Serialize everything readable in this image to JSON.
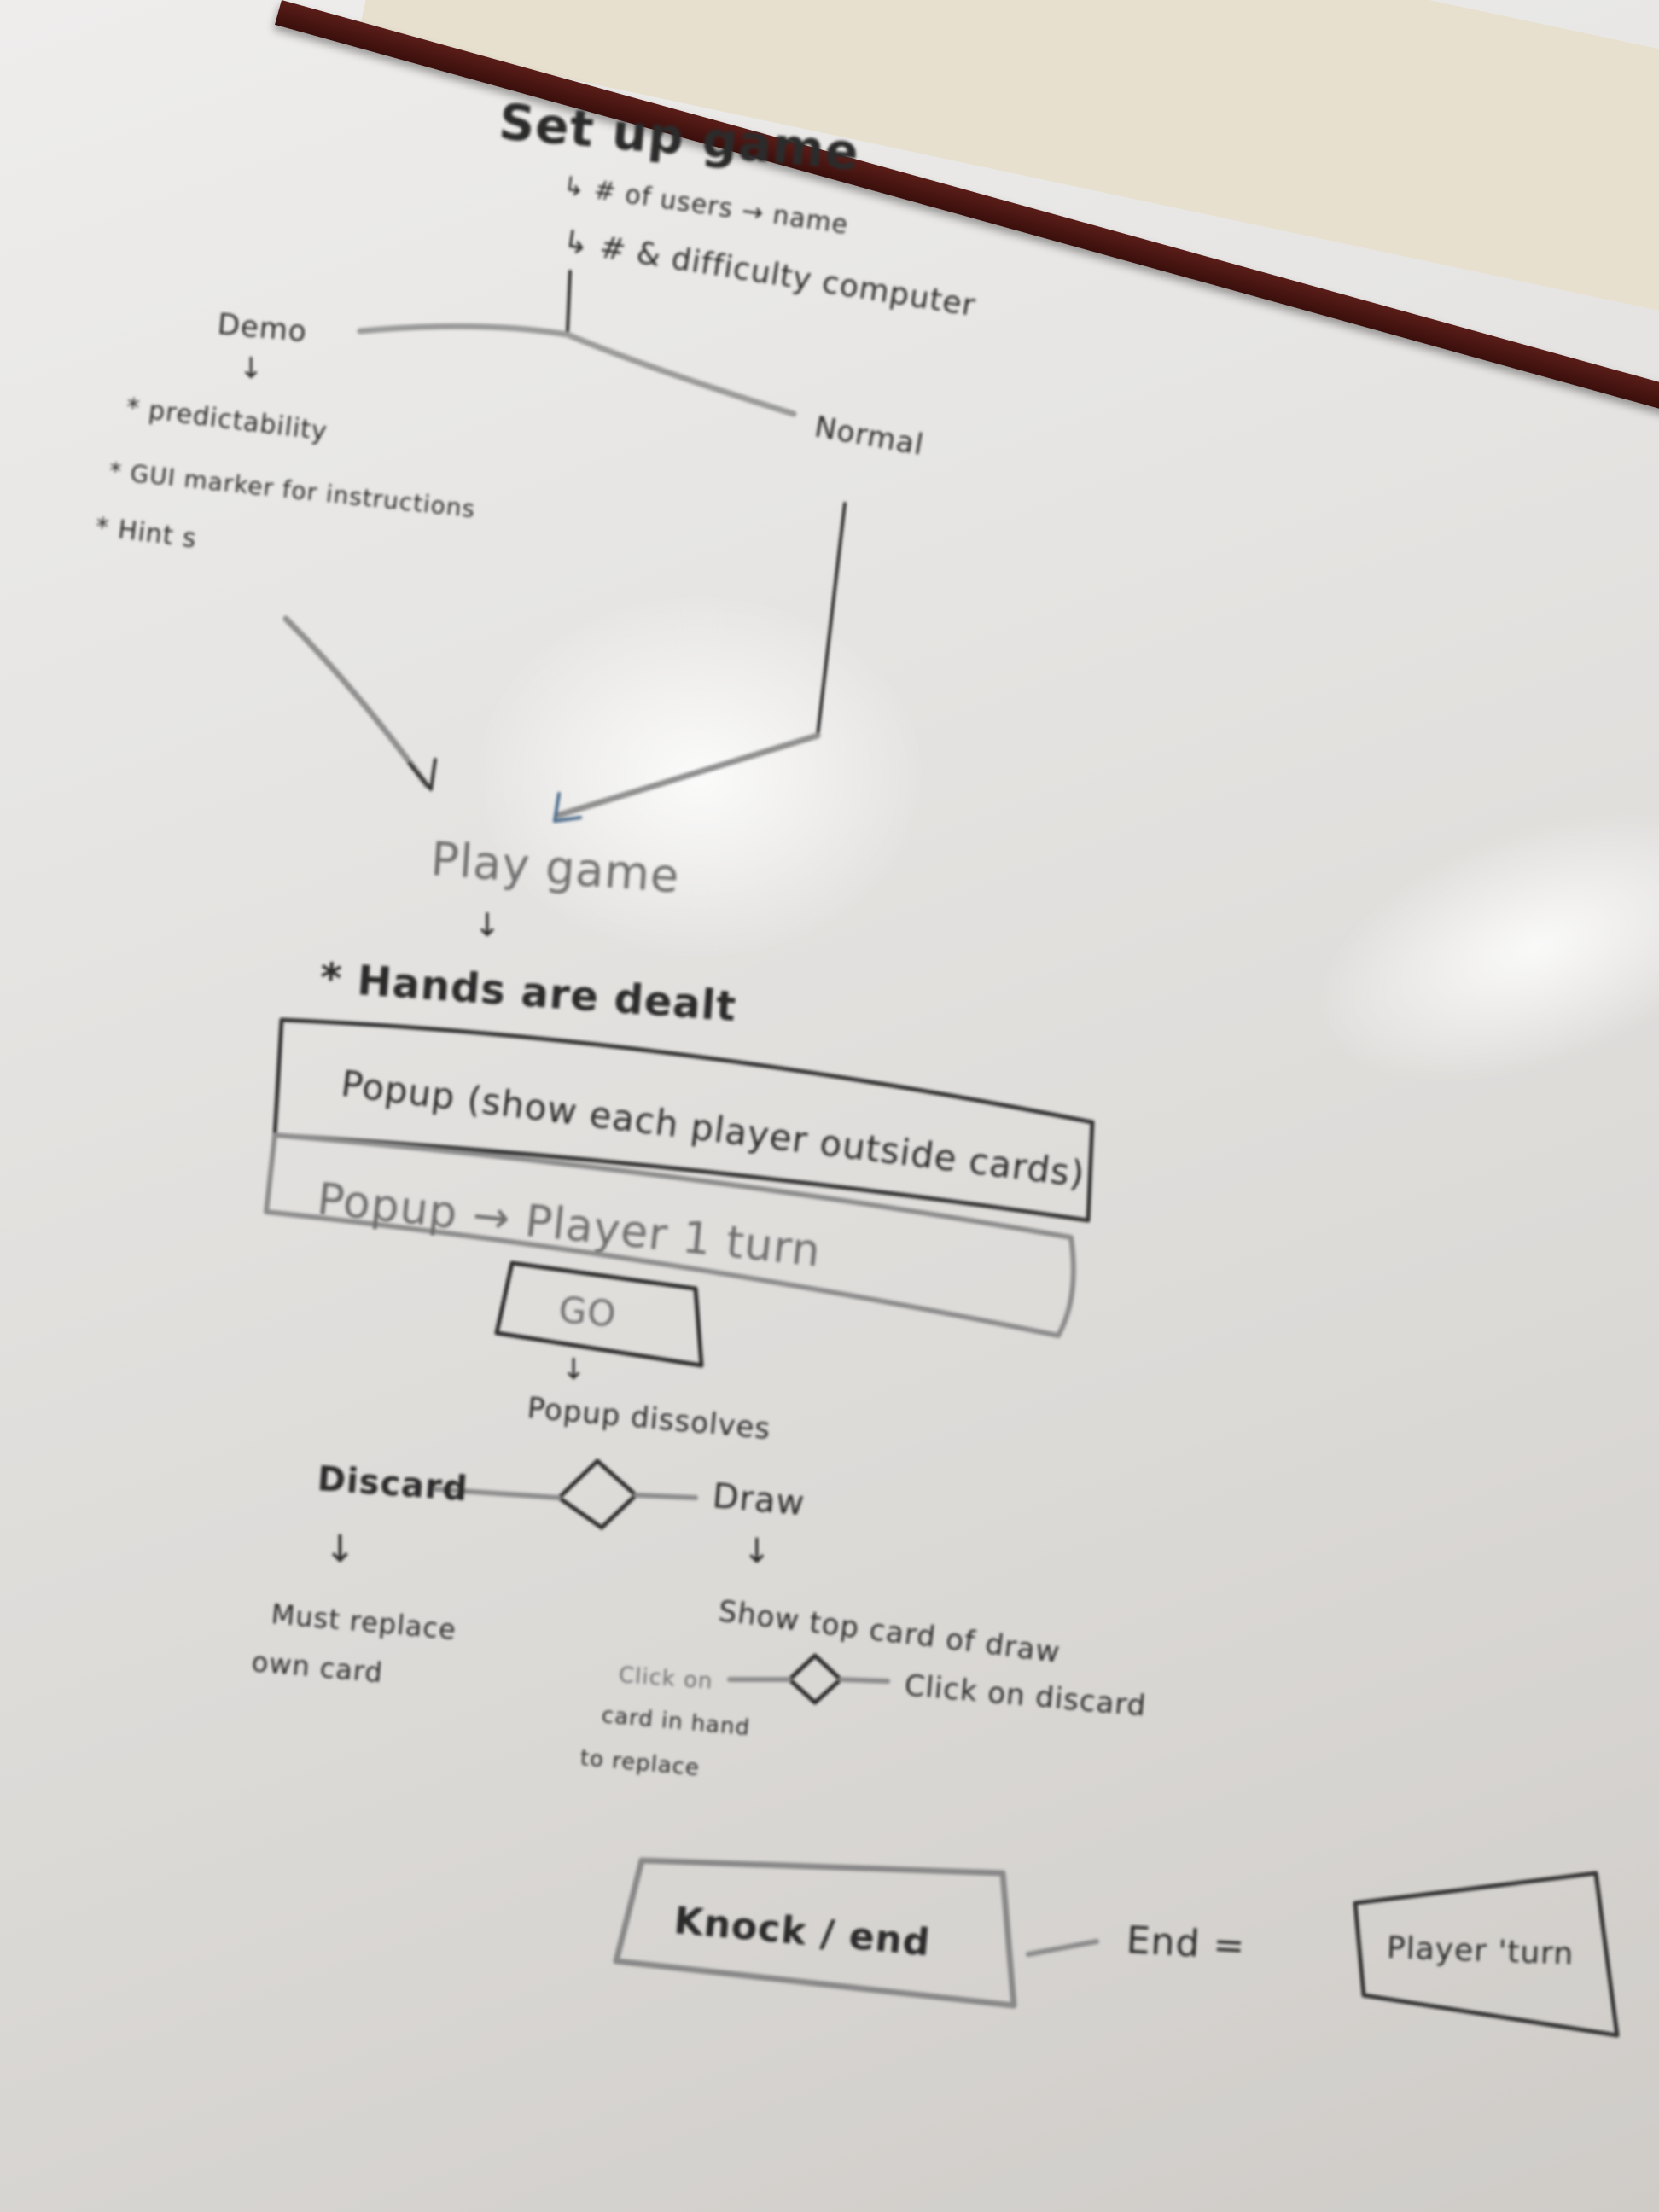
{
  "setup": {
    "title": "Set up game",
    "line_1": "↳ # of users → name",
    "line_2": "↳ # & difficulty computer"
  },
  "demo": {
    "label": "Demo",
    "arrow": "↓",
    "items": [
      "* predictability",
      "* GUI marker for instructions",
      "* Hint s"
    ]
  },
  "normal": {
    "label": "Normal"
  },
  "play": {
    "label": "Play game",
    "arrow": "↓",
    "hands_dealt": "* Hands are dealt"
  },
  "popups": {
    "popup_1": "Popup (show each player outside cards)",
    "popup_2": "Popup → Player 1 turn",
    "go": "GO",
    "arrow": "↓",
    "dissolves": "Popup dissolves"
  },
  "decision": {
    "left_label": "Discard",
    "right_label": "Draw",
    "left_arrow": "↓",
    "right_arrow": "↓",
    "left_result": [
      "Must replace",
      "own card"
    ],
    "right_result": "Show top card of draw"
  },
  "draw_choice": {
    "left_text": [
      "Click on",
      "card in hand",
      "to replace"
    ],
    "right_text": "Click on discard"
  },
  "ending": {
    "knock": "Knock / end",
    "end": "End =",
    "next": "Player 'turn"
  }
}
